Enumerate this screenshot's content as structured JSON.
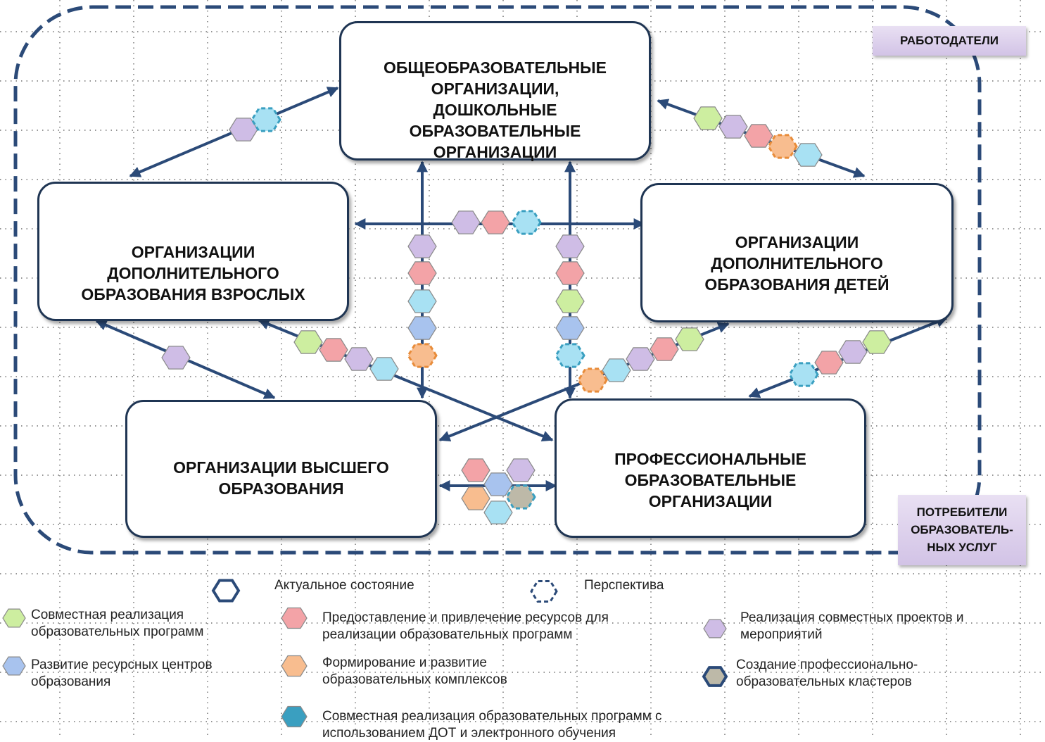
{
  "colors": {
    "green": "#cdeea0",
    "red": "#f3a3a7",
    "purple": "#cfbde6",
    "blue": "#a8c3ee",
    "orange": "#f8bd8f",
    "cyan": "#a8e1f3",
    "gray": "#bdb9a8",
    "navy": "#1f3553",
    "teal": "#3a9fc0"
  },
  "nodes": {
    "general": "ОБЩЕОБРАЗОВАТЕЛЬНЫЕ ОРГАНИЗАЦИИ, ДОШКОЛЬНЫЕ ОБРАЗОВАТЕЛЬНЫЕ ОРГАНИЗАЦИИ",
    "adult": "ОРГАНИЗАЦИИ ДОПОЛНИТЕЛЬНОГО ОБРАЗОВАНИЯ ВЗРОСЛЫХ",
    "children": "ОРГАНИЗАЦИИ ДОПОЛНИТЕЛЬНОГО ОБРАЗОВАНИЯ ДЕТЕЙ",
    "higher": "ОРГАНИЗАЦИИ ВЫСШЕГО ОБРАЗОВАНИЯ",
    "professional": "ПРОФЕССИОНАЛЬНЫЕ ОБРАЗОВАТЕЛЬНЫЕ ОРГАНИЗАЦИИ"
  },
  "tags": {
    "employers": "РАБОТОДАТЕЛИ",
    "consumers": "ПОТРЕБИТЕЛИ ОБРАЗОВАТЕЛЬ- НЫХ УСЛУГ"
  },
  "legend": {
    "actual": "Актуальное состояние",
    "perspective": "Перспектива",
    "green": "Совместная реализация образовательных программ",
    "blue": "Развитие ресурсных центров образования",
    "red": "Предоставление и привлечение ресурсов для реализации образовательных программ",
    "orange": "Формирование и развитие образовательных комплексов",
    "cyan": "Совместная реализация образовательных программ с использованием ДОТ и электронного обучения",
    "purple": "Реализация совместных проектов и мероприятий",
    "gray": "Создание профессионально-образовательных кластеров"
  }
}
